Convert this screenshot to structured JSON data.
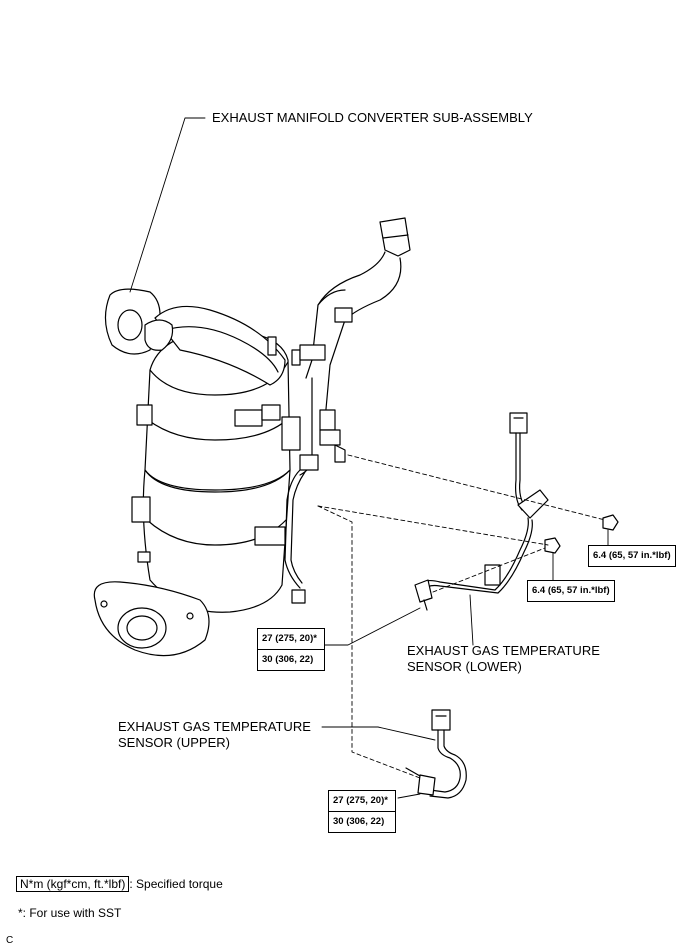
{
  "labels": {
    "converter": "EXHAUST MANIFOLD CONVERTER SUB-ASSEMBLY",
    "sensor_lower": [
      "EXHAUST GAS TEMPERATURE",
      "SENSOR (LOWER)"
    ],
    "sensor_upper": [
      "EXHAUST GAS TEMPERATURE",
      "SENSOR (UPPER)"
    ]
  },
  "torque_boxes": {
    "nut_upper": "6.4 (65, 57 in.*lbf)",
    "nut_lower": "6.4 (65, 57 in.*lbf)",
    "sensor_lower": [
      "27 (275, 20)*",
      "30 (306, 22)"
    ],
    "sensor_upper": [
      "27 (275, 20)*",
      "30 (306, 22)"
    ]
  },
  "legend": {
    "unit_key": "N*m (kgf*cm, ft.*lbf)",
    "unit_desc": ": Specified torque",
    "sst_note": "*: For use with SST"
  },
  "figure_code": "C"
}
